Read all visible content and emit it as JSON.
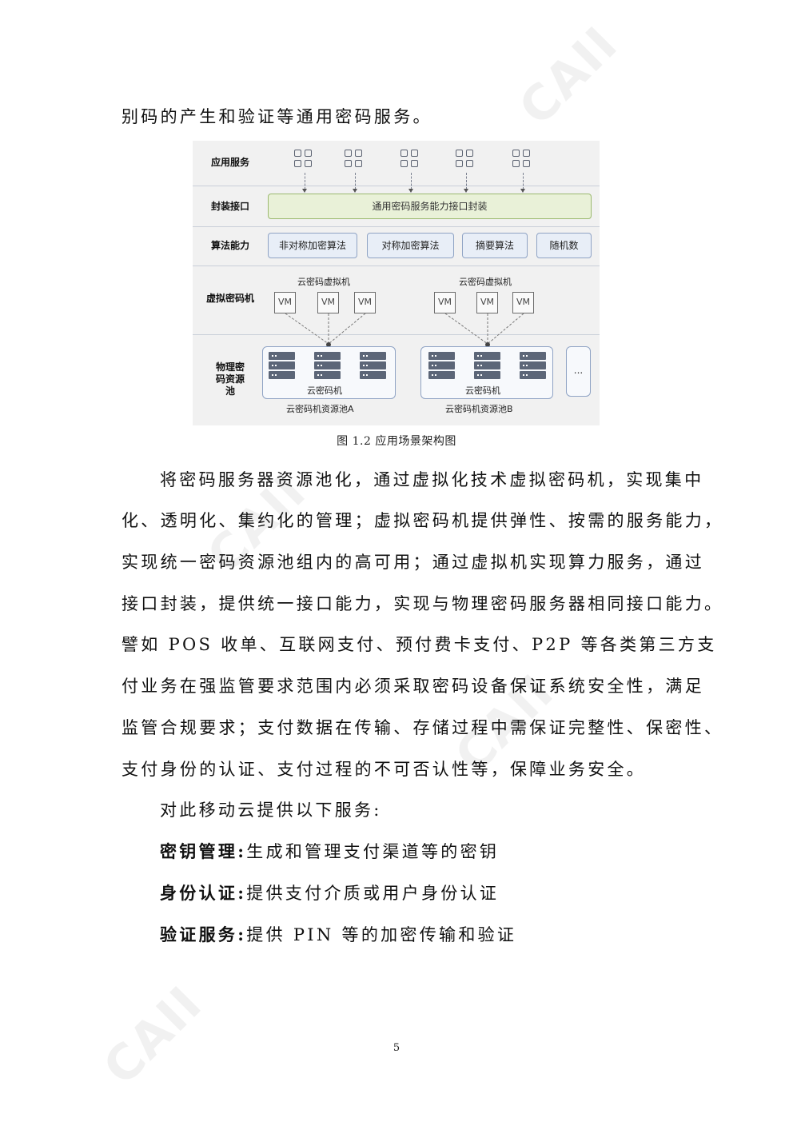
{
  "intro_line": "别码的产生和验证等通用密码服务。",
  "figure": {
    "rows": {
      "app_services": "应用服务",
      "encapsulation": "封装接口",
      "algorithm": "算法能力",
      "virtual_crypto": "虚拟密码机",
      "physical_pool": "物理密码资源池"
    },
    "encapsulation_box": "通用密码服务能力接口封装",
    "algorithms": [
      "非对称加密算法",
      "对称加密算法",
      "摘要算法",
      "随机数"
    ],
    "vm_group_label": "云密码虚拟机",
    "vm_label": "VM",
    "server_label": "云密码机",
    "pool_a": "云密码机资源池A",
    "pool_b": "云密码机资源池B",
    "more": "..."
  },
  "figure_caption": "图 1.2 应用场景架构图",
  "paragraph1": [
    "将密码服务器资源池化，通过虚拟化技术虚拟密码机，实现集中",
    "化、透明化、集约化的管理；虚拟密码机提供弹性、按需的服务能力，",
    "实现统一密码资源池组内的高可用；通过虚拟机实现算力服务，通过",
    "接口封装，提供统一接口能力，实现与物理密码服务器相同接口能力。",
    "譬如 POS 收单、互联网支付、预付费卡支付、P2P 等各类第三方支",
    "付业务在强监管要求范围内必须采取密码设备保证系统安全性，满足",
    "监管合规要求；支付数据在传输、存储过程中需保证完整性、保密性、",
    "支付身份的认证、支付过程的不可否认性等，保障业务安全。"
  ],
  "services_intro": "对此移动云提供以下服务:",
  "services": [
    {
      "term": "密钥管理:",
      "desc": "生成和管理支付渠道等的密钥"
    },
    {
      "term": "身份认证:",
      "desc": "提供支付介质或用户身份认证"
    },
    {
      "term": "验证服务:",
      "desc": "提供 PIN 等的加密传输和验证"
    }
  ],
  "page_number": "5"
}
